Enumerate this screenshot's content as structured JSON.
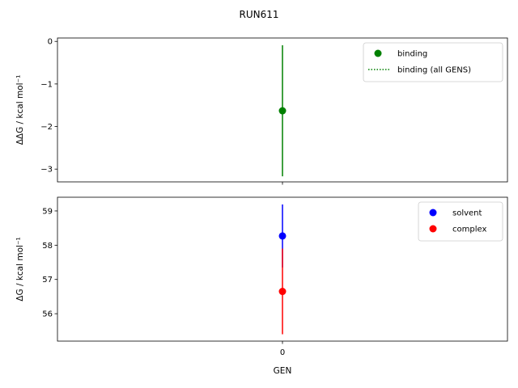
{
  "figure_title": "RUN611",
  "chart_data": [
    {
      "type": "scatter",
      "panel": "top",
      "ylabel": "ΔΔG / kcal mol⁻¹",
      "ylim": [
        -3.3,
        0.08
      ],
      "yticks": [
        0,
        -1,
        -2,
        -3
      ],
      "ytick_labels": [
        "0",
        "−1",
        "−2",
        "−3"
      ],
      "xlim": [
        -0.5,
        0.5
      ],
      "xticks": [
        0
      ],
      "x_tick_labels_visible": false,
      "grid": false,
      "legend_position": "top-right",
      "series": [
        {
          "name": "binding",
          "x": [
            0
          ],
          "y": [
            -1.63
          ],
          "yerr": [
            1.54
          ],
          "color": "#008000",
          "marker": "circle"
        }
      ],
      "legend": [
        {
          "label": "binding",
          "kind": "marker",
          "color": "#008000"
        },
        {
          "label": "binding (all GENS)",
          "kind": "dotted-line",
          "color": "#008000"
        }
      ]
    },
    {
      "type": "scatter",
      "panel": "bottom",
      "ylabel": "ΔG / kcal mol⁻¹",
      "ylim": [
        55.2,
        59.4
      ],
      "yticks": [
        56,
        57,
        58,
        59
      ],
      "ytick_labels": [
        "56",
        "57",
        "58",
        "59"
      ],
      "xlim": [
        -0.5,
        0.5
      ],
      "xticks": [
        0
      ],
      "xtick_labels": [
        "0"
      ],
      "xlabel": "GEN",
      "grid": false,
      "legend_position": "top-right",
      "series": [
        {
          "name": "solvent",
          "x": [
            0
          ],
          "y": [
            58.27
          ],
          "yerr": [
            0.92
          ],
          "color": "#0000ff",
          "marker": "circle"
        },
        {
          "name": "complex",
          "x": [
            0
          ],
          "y": [
            56.65
          ],
          "yerr": [
            1.25
          ],
          "color": "#ff0000",
          "marker": "circle"
        }
      ],
      "legend": [
        {
          "label": "solvent",
          "kind": "marker",
          "color": "#0000ff"
        },
        {
          "label": "complex",
          "kind": "marker",
          "color": "#ff0000"
        }
      ]
    }
  ]
}
